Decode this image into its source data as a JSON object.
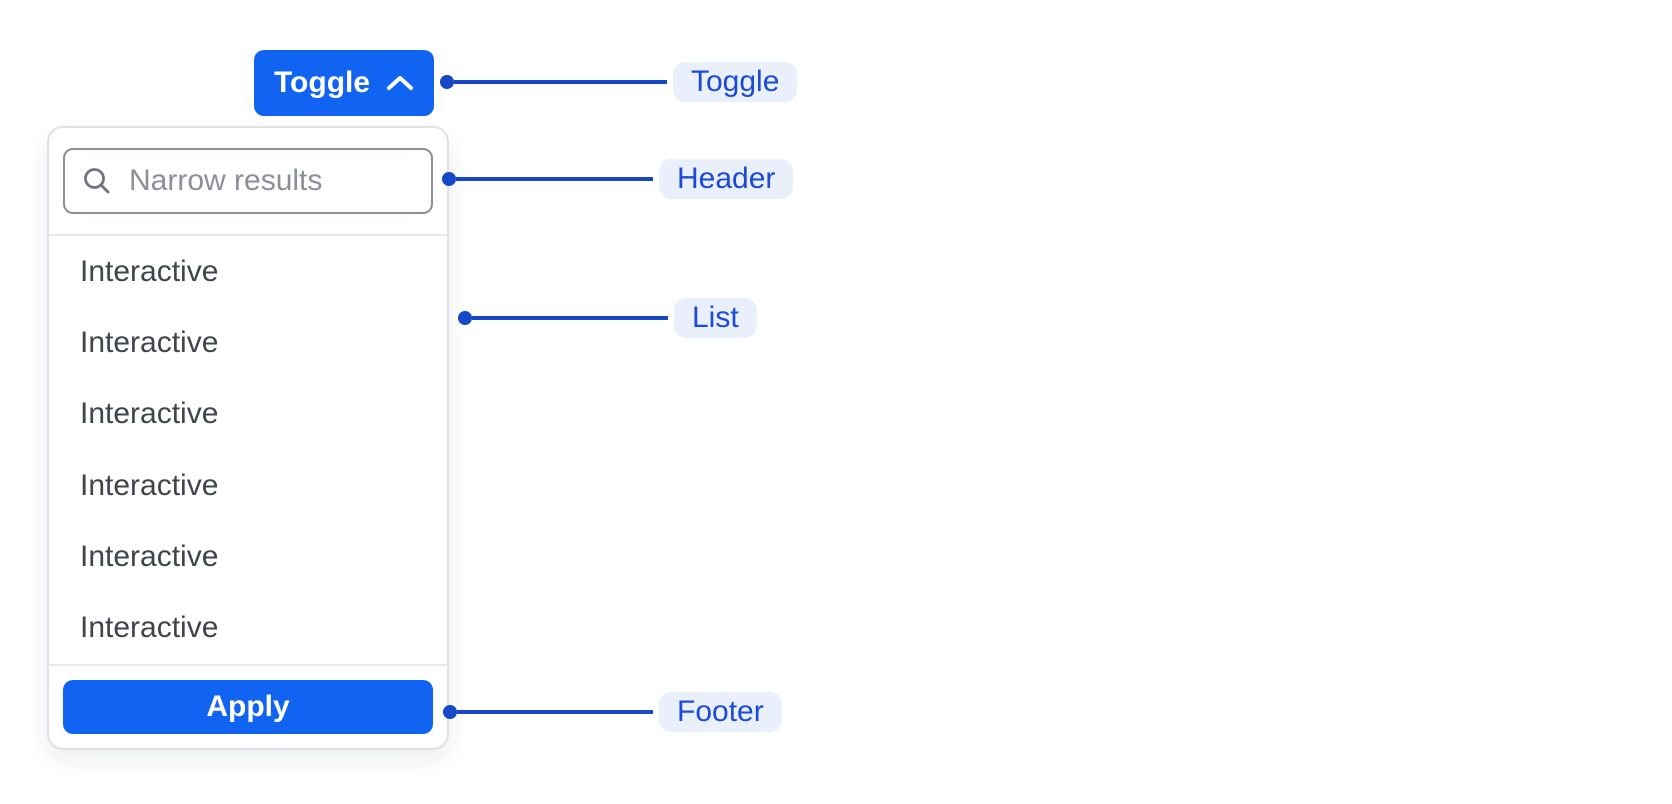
{
  "toggle": {
    "label": "Toggle",
    "icon": "chevron-up-icon"
  },
  "dropdown": {
    "header": {
      "search_placeholder": "Narrow results",
      "search_value": "",
      "icon": "search-icon"
    },
    "list": {
      "items": [
        {
          "label": "Interactive"
        },
        {
          "label": "Interactive"
        },
        {
          "label": "Interactive"
        },
        {
          "label": "Interactive"
        },
        {
          "label": "Interactive"
        },
        {
          "label": "Interactive"
        }
      ]
    },
    "footer": {
      "apply_label": "Apply"
    }
  },
  "annotations": {
    "toggle": {
      "label": "Toggle"
    },
    "header": {
      "label": "Header"
    },
    "list": {
      "label": "List"
    },
    "footer": {
      "label": "Footer"
    }
  },
  "colors": {
    "primary_button": "#1163F2",
    "annotation_line": "#1648C8",
    "annotation_pill_bg": "#E9F0FC",
    "annotation_pill_text": "#1B49D8",
    "list_text": "#3F444D",
    "placeholder_text": "#8A8F9B",
    "panel_border": "#DFE1E6",
    "input_border": "#8A909C"
  }
}
